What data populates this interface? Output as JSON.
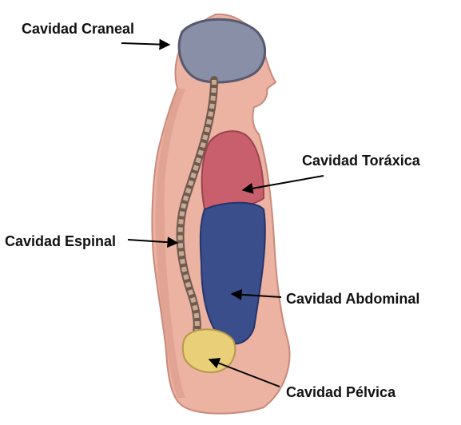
{
  "labels": {
    "cranial": "Cavidad Craneal",
    "thoracic": "Cavidad Toráxica",
    "spinal": "Cavidad Espinal",
    "abdominal": "Cavidad Abdominal",
    "pelvic": "Cavidad Pélvica"
  },
  "colors": {
    "skin": "#ecb2a2",
    "skin_shadow": "#d89a8a",
    "cranial_cavity": "#8a8fa8",
    "thoracic_cavity": "#c95f6c",
    "abdominal_cavity": "#3b4e8c",
    "pelvic_cavity": "#e9cf78",
    "spine_bone": "#c9a991",
    "arrow": "#000000"
  }
}
